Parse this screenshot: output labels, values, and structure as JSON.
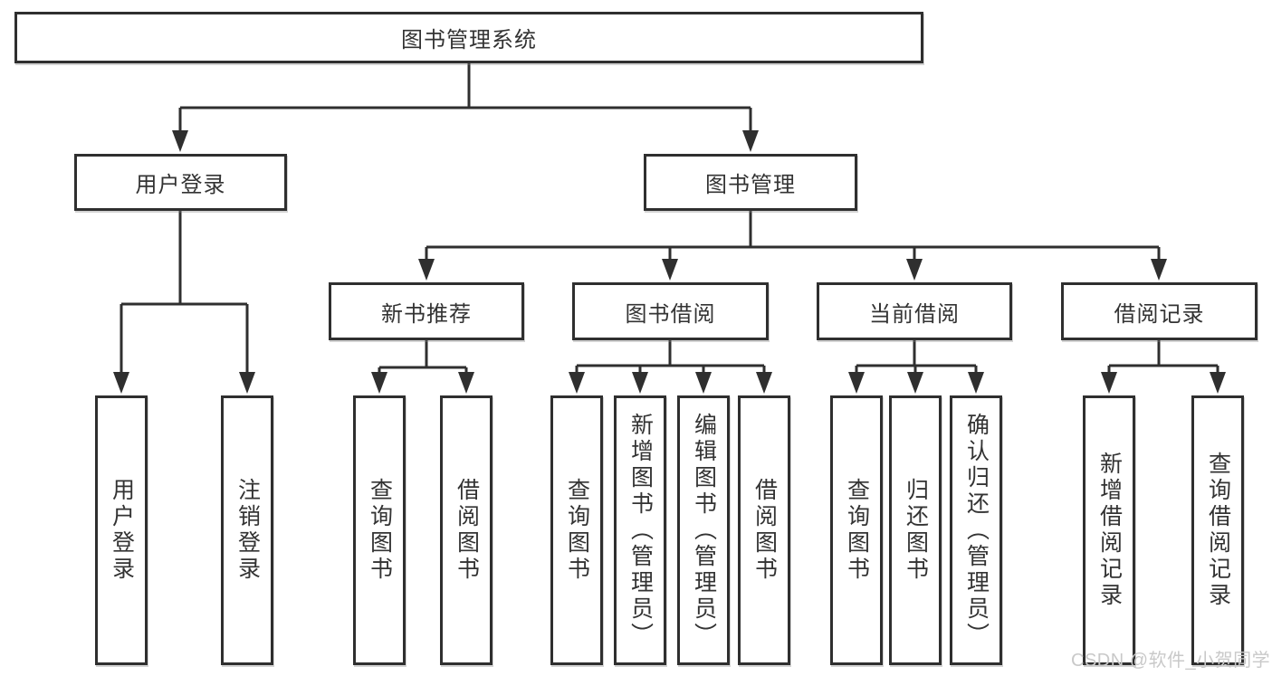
{
  "diagram": {
    "root": {
      "label": "图书管理系统"
    },
    "level1": {
      "user_login": {
        "label": "用户登录"
      },
      "book_management": {
        "label": "图书管理"
      }
    },
    "level2": {
      "new_book_rec": {
        "label": "新书推荐"
      },
      "book_borrow": {
        "label": "图书借阅"
      },
      "current_borrow": {
        "label": "当前借阅"
      },
      "borrow_records": {
        "label": "借阅记录"
      }
    },
    "leaves": {
      "user_login": {
        "label": "用户登录"
      },
      "logout": {
        "label": "注销登录"
      },
      "query_books_rec": {
        "label": "查询图书"
      },
      "borrow_books_rec": {
        "label": "借阅图书"
      },
      "query_books_borrow": {
        "label": "查询图书"
      },
      "add_books_admin": {
        "label": "新增图书（管理员）"
      },
      "edit_books_admin": {
        "label": "编辑图书（管理员）"
      },
      "borrow_books_borrow": {
        "label": "借阅图书"
      },
      "query_books_current": {
        "label": "查询图书"
      },
      "return_books": {
        "label": "归还图书"
      },
      "confirm_return_admin": {
        "label": "确认归还（管理员）"
      },
      "add_borrow_record": {
        "label": "新增借阅记录"
      },
      "query_borrow_record": {
        "label": "查询借阅记录"
      }
    }
  },
  "watermark": {
    "text": "CSDN @软件_小贺同学"
  },
  "colors": {
    "line": "#2f2f2f",
    "box_border": "#2f2f2f",
    "text": "#333333",
    "watermark": "#c9c9c9",
    "background": "#ffffff"
  }
}
